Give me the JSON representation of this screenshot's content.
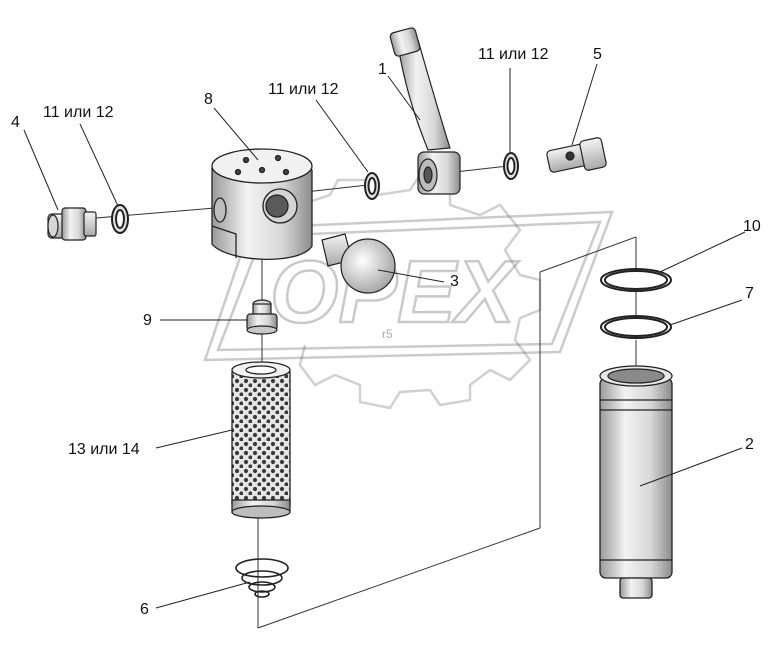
{
  "watermark": {
    "brand": "OPEX",
    "small_text": "r5"
  },
  "labels": {
    "l1": "1",
    "l2": "2",
    "l3": "3",
    "l4": "4",
    "l5": "5",
    "l6": "6",
    "l7": "7",
    "l8": "8",
    "l9": "9",
    "l10": "10",
    "l11a": "11 или 12",
    "l11b": "11 или 12",
    "l11c": "11 или 12",
    "l13": "13 или 14"
  }
}
